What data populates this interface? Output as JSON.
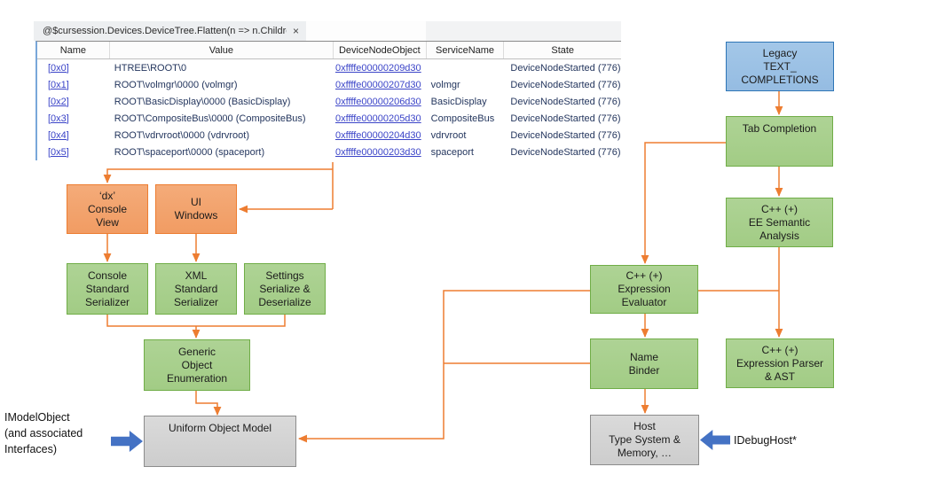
{
  "tab": {
    "title": "@$cursession.Devices.DeviceTree.Flatten(n => n.Children)",
    "close_glyph": "×"
  },
  "table": {
    "columns": [
      "Name",
      "Value",
      "DeviceNodeObject",
      "ServiceName",
      "State"
    ],
    "rows": [
      {
        "name": "[0x0]",
        "value": "HTREE\\ROOT\\0",
        "node": "0xffffe00000209d30",
        "service": "",
        "state": "DeviceNodeStarted (776)"
      },
      {
        "name": "[0x1]",
        "value": "ROOT\\volmgr\\0000 (volmgr)",
        "node": "0xffffe00000207d30",
        "service": "volmgr",
        "state": "DeviceNodeStarted (776)"
      },
      {
        "name": "[0x2]",
        "value": "ROOT\\BasicDisplay\\0000 (BasicDisplay)",
        "node": "0xffffe00000206d30",
        "service": "BasicDisplay",
        "state": "DeviceNodeStarted (776)"
      },
      {
        "name": "[0x3]",
        "value": "ROOT\\CompositeBus\\0000 (CompositeBus)",
        "node": "0xffffe00000205d30",
        "service": "CompositeBus",
        "state": "DeviceNodeStarted (776)"
      },
      {
        "name": "[0x4]",
        "value": "ROOT\\vdrvroot\\0000 (vdrvroot)",
        "node": "0xffffe00000204d30",
        "service": "vdrvroot",
        "state": "DeviceNodeStarted (776)"
      },
      {
        "name": "[0x5]",
        "value": "ROOT\\spaceport\\0000 (spaceport)",
        "node": "0xffffe00000203d30",
        "service": "spaceport",
        "state": "DeviceNodeStarted (776)"
      }
    ]
  },
  "diagram": {
    "boxes": {
      "legacy": {
        "label": "Legacy\nTEXT_\nCOMPLETIONS"
      },
      "tab_completion": {
        "label": "Tab Completion"
      },
      "ee_semantic": {
        "label": "C++ (+)\nEE Semantic\nAnalysis"
      },
      "expression_evaluator": {
        "label": "C++ (+)\nExpression\nEvaluator"
      },
      "name_binder": {
        "label": "Name\nBinder"
      },
      "expression_parser": {
        "label": "C++ (+)\nExpression Parser\n& AST"
      },
      "host": {
        "label": "Host\nType System &\nMemory, …"
      },
      "dx_console": {
        "label": "‘dx’\nConsole\nView"
      },
      "ui_windows": {
        "label": "UI\nWindows"
      },
      "console_serializer": {
        "label": "Console\nStandard\nSerializer"
      },
      "xml_serializer": {
        "label": "XML\nStandard\nSerializer"
      },
      "settings_serializer": {
        "label": "Settings\nSerialize &\nDeserialize"
      },
      "generic_enumeration": {
        "label": "Generic\nObject\nEnumeration"
      },
      "uniform_object_model": {
        "label": "Uniform Object Model"
      }
    },
    "annotations": {
      "imodelobject": "IModelObject\n(and associated\nInterfaces)",
      "idebughost": "IDebugHost*"
    }
  },
  "colors": {
    "connector_orange": "#ED7D31",
    "box_orange_fill": "#F2A470",
    "box_green_fill": "#A9D08E",
    "box_green_border": "#70AD47",
    "box_blue_fill": "#9DC3E6",
    "box_blue_border": "#2E75B6",
    "box_gray_fill": "#D6D6D6",
    "fat_arrow_blue": "#4472C4",
    "link_blue": "#3B44C8",
    "table_text_navy": "#24365E"
  }
}
